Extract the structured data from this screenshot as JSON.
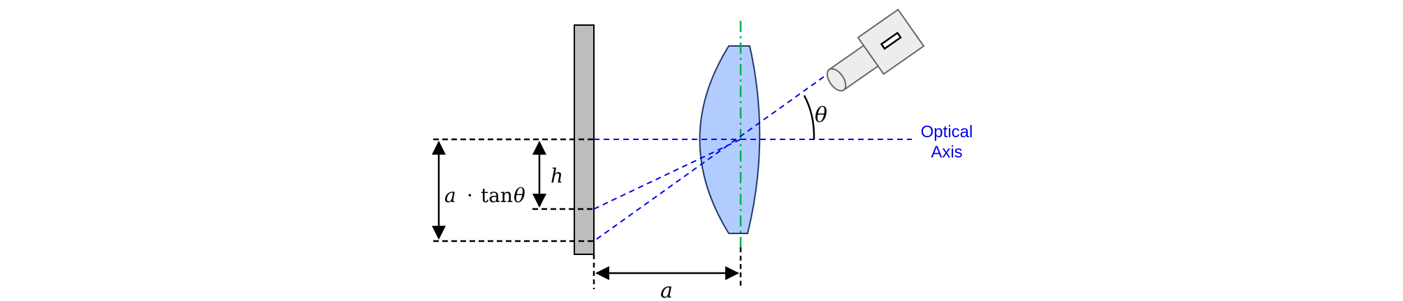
{
  "labels": {
    "optical_axis_line1": "Optical",
    "optical_axis_line2": "Axis",
    "theta": "θ",
    "h": "h",
    "a_bottom": "a",
    "a_factor": "a",
    "dot": "·",
    "tan": "tan",
    "theta_in_formula": "θ"
  },
  "colors": {
    "screen_fill": "#bdbdbd",
    "lens_fill": "#b3ccff",
    "lens_stroke": "#1f3a68",
    "ray_blue": "#0000ee",
    "lens_axis_green": "#00b050",
    "camera_fill": "#ededed",
    "camera_stroke": "#666666"
  },
  "icons": {
    "camera": "camera-icon"
  }
}
